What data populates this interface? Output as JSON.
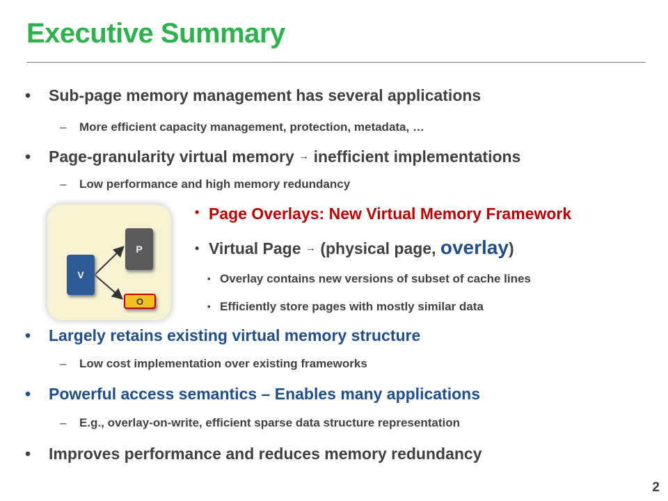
{
  "slide": {
    "title": "Executive Summary",
    "page_number": "2"
  },
  "bullets": {
    "b1": "Sub-page memory management has several applications",
    "b1_sub": "More efficient capacity management, protection, metadata, …",
    "b2_a": "Page-granularity virtual memory",
    "b2_b": "inefficient implementations",
    "b2_sub": "Low performance and high memory redundancy",
    "b3": "Page Overlays: New Virtual Memory Framework",
    "b4_a": "Virtual Page",
    "b4_b": "(physical page,",
    "b4_c": "overlay",
    "b4_d": ")",
    "b4_sub1": "Overlay contains new versions of subset of cache lines",
    "b4_sub2": "Efficiently store pages with mostly similar data",
    "b5": "Largely retains existing virtual memory structure",
    "b5_sub": "Low cost implementation over existing frameworks",
    "b6": "Powerful access semantics – Enables many applications",
    "b6_sub": "E.g., overlay-on-write, efficient sparse data structure representation",
    "b7": "Improves performance and reduces memory redundancy"
  },
  "symbols": {
    "bullet": "•",
    "dash": "–",
    "arrow": "→"
  },
  "diagram": {
    "v_label": "V",
    "p_label": "P",
    "o_label": "O"
  },
  "colors": {
    "title": "#2eb24b",
    "blue_text": "#1f4e8c",
    "red_text": "#c00000",
    "v_box": "#2e5a96",
    "p_box": "#5a5a5a",
    "o_box": "#f0c020"
  }
}
